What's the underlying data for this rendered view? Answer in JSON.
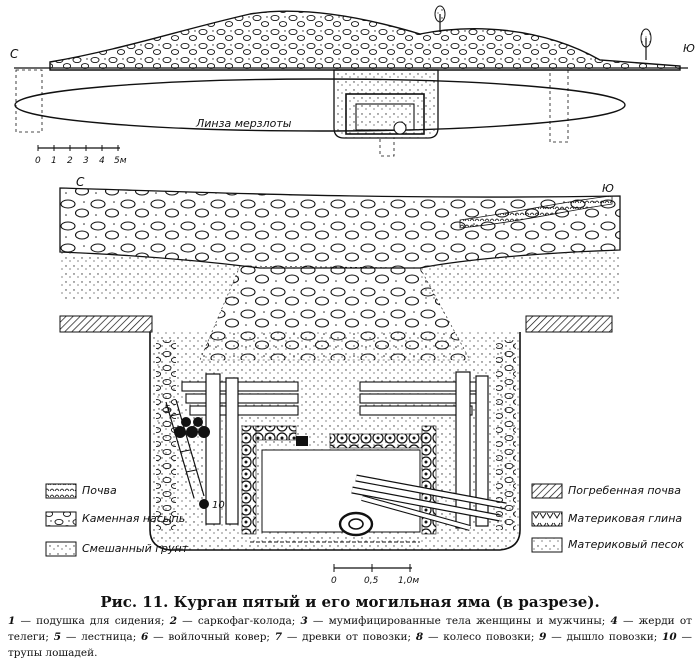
{
  "top_section": {
    "left_marker": "С",
    "right_marker": "Ю",
    "lens_label": "Линза мерзлоты",
    "scale_ticks": [
      "0",
      "1",
      "2",
      "3",
      "4",
      "5м"
    ]
  },
  "main_section": {
    "left_marker": "С",
    "right_marker": "Ю",
    "callouts": [
      "5",
      "10"
    ],
    "scale_ticks": [
      "0",
      "0,5",
      "1,0м"
    ]
  },
  "legend": {
    "left": [
      "Почва",
      "Каменная насыпь",
      "Смешанный грунт"
    ],
    "right": [
      "Погребенная почва",
      "Материковая глина",
      "Материковый песок"
    ]
  },
  "caption": {
    "title": "Рис. 11. Курган пятый и его могильная яма (в разрезе).",
    "items": [
      {
        "n": "1",
        "text": "подушка для сидения;"
      },
      {
        "n": "2",
        "text": "саркофаг-колода;"
      },
      {
        "n": "3",
        "text": "мумифицированные тела женщины и мужчины;"
      },
      {
        "n": "4",
        "text": "жерди от телеги;"
      },
      {
        "n": "5",
        "text": "лестница;"
      },
      {
        "n": "6",
        "text": "войлочный ковер;"
      },
      {
        "n": "7",
        "text": "древки от повозки;"
      },
      {
        "n": "8",
        "text": "колесо повозки;"
      },
      {
        "n": "9",
        "text": "дышло повозки;"
      },
      {
        "n": "10",
        "text": "трупы лошадей."
      }
    ]
  }
}
